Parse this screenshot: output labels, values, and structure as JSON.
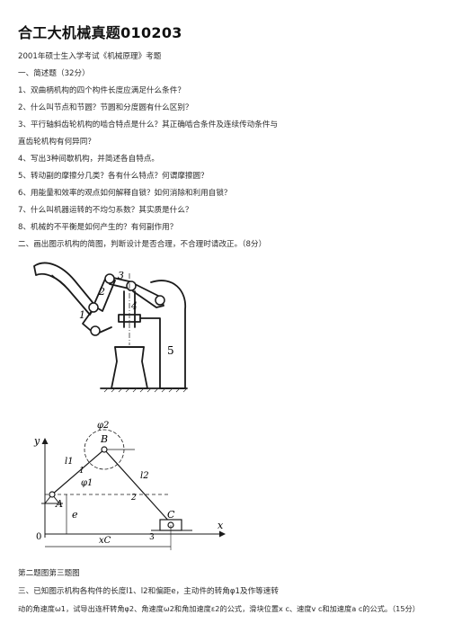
{
  "doc": {
    "title": "合工大机械真题010203",
    "subtitle": "2001年硕士生入学考试《机械原理》考题",
    "section1": "一、简述题（32分）",
    "questions": [
      "1、双曲柄机构的四个构件长度应满足什么条件？",
      "2、什么叫节点和节圆？节圆和分度圆有什么区别？",
      "3、平行轴斜齿轮机构的啮合特点是什么？其正确啮合条件及连续传动条件与",
      "直齿轮机构有何异同？",
      "4、写出3种间歇机构，并简述各自特点。",
      "5、转动副的摩擦分几类？各有什么特点？何谓摩擦圆？",
      "6、用能量和效率的观点如何解释自锁？如何消除和利用自锁？",
      "7、什么叫机器运转的不均匀系数？其实质是什么？",
      "8、机械的不平衡是如何产生的？有何副作用？"
    ],
    "section2": "二、画出图示机构的简图，判断设计是否合理，不合理时请改正。（8分）",
    "figure_caption": "第二题图第三题图",
    "section3_line1": "三、已知图示机构各构件的长度l1、l2和偏距e，主动件的转角φ1及作等速转",
    "section3_line2": "动的角速度ω1，试导出连杆转角φ2、角速度ω2和角加速度ε2的公式，滑块位置x c、速度v c和加速度a c的公式。（15分）"
  },
  "figure1": {
    "labels": {
      "l1": "1",
      "l2": "2",
      "l3": "3",
      "l4": "4",
      "l5": "5"
    }
  },
  "figure2": {
    "labels": {
      "y": "y",
      "x": "x",
      "A": "A",
      "B": "B",
      "C": "C",
      "O": "0",
      "phi2": "φ2",
      "phi1": "φ1",
      "l1": "l1",
      "l2": "l2",
      "e": "e",
      "xc": "xC",
      "n1": "1",
      "n2": "2",
      "n3": "3"
    }
  }
}
